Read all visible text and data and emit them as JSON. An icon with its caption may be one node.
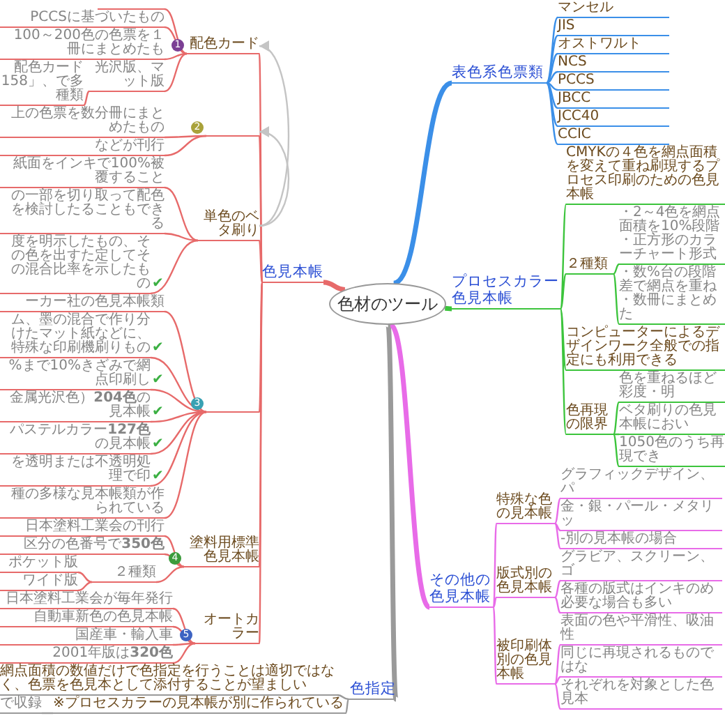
{
  "diagram": {
    "nodes": [
      {
        "text": [
          "色材のツール"
        ]
      },
      {
        "text": [
          "色見本帳"
        ]
      },
      {
        "text": [
          "配色カード"
        ],
        "beside": [
          "1"
        ]
      },
      {
        "text": [],
        "shape": "bar"
      },
      {
        "text": [
          "PCCSに基づいたもの"
        ]
      },
      {
        "text": [
          "100～200色の色票を１冊にまとめたも"
        ]
      },
      {
        "text": [
          "光沢版、マット版"
        ]
      },
      {
        "text": [
          "配色カード158」、で多種類"
        ]
      },
      {
        "text": [],
        "shape": "bar",
        "beside": [
          "2"
        ]
      },
      {
        "text": [
          "上の色票を数分冊にまとめたもの"
        ]
      },
      {
        "text": [
          "などが刊行"
        ]
      },
      {
        "text": [
          "単色のベタ刷り"
        ]
      },
      {
        "text": [
          "紙面をインキで100%被覆すること"
        ]
      },
      {
        "text": [
          "の一部を切り取って配色を検討したることもできる"
        ]
      },
      {
        "text": [
          "度を明示したもの、その色を出すた定してその混合比率を示したもの"
        ],
        "beside": [
          "✔"
        ]
      },
      {
        "text": [],
        "shape": "bar",
        "beside": [
          "3"
        ]
      },
      {
        "text": [
          "ーカー社の色見本帳類"
        ]
      },
      {
        "text": [
          "ム、墨の混合で作り分けたマット紙などに、特殊な印刷機刷りもの"
        ],
        "beside": [
          "✔"
        ]
      },
      {
        "text": [
          "%まで10%きざみで網点印刷し"
        ],
        "beside": [
          "✔"
        ]
      },
      {
        "text": [
          "金属光沢色）**204色**の見本帳"
        ],
        "beside": [
          "✔"
        ]
      },
      {
        "text": [
          "パステルカラー**127色**の見本帳"
        ],
        "beside": [
          "✔"
        ]
      },
      {
        "text": [
          "を透明または不透明処理で印"
        ],
        "beside": [
          "✔"
        ]
      },
      {
        "text": [
          "種の多様な見本帳類が作られている"
        ]
      },
      {
        "text": [
          "塗料用標準色見本帳"
        ],
        "beside": [
          "4"
        ]
      },
      {
        "text": [
          "日本塗料工業会の刊行"
        ]
      },
      {
        "text": [
          "区分の色番号で**350色**"
        ]
      },
      {
        "text": [
          "２種類"
        ]
      },
      {
        "text": [
          "ポケット版"
        ]
      },
      {
        "text": [
          "ワイド版"
        ]
      },
      {
        "text": [
          "オートカラー"
        ],
        "beside": [
          "5"
        ]
      },
      {
        "text": [
          "日本塗料工業会が毎年発行"
        ]
      },
      {
        "text": [
          "自動車新色の色見本帳"
        ]
      },
      {
        "text": [
          "国産車・輸入車"
        ]
      },
      {
        "text": [
          "2001年版は**320色**"
        ]
      },
      {
        "text": [
          "色指定"
        ]
      },
      {
        "text": [
          "網点面積の数値だけで色指定を行うことは適切ではなく、色票を色見本として添付することが望ましい"
        ]
      },
      {
        "text": [
          "※プロセスカラーの見本帳が別に作られている"
        ]
      },
      {
        "text": [
          "で収録"
        ]
      },
      {
        "text": [
          "表色系色票類"
        ]
      },
      {
        "text": [
          "マンセル"
        ]
      },
      {
        "text": [
          "JIS"
        ]
      },
      {
        "text": [
          "オストワルト"
        ]
      },
      {
        "text": [
          "NCS"
        ]
      },
      {
        "text": [
          "PCCS"
        ]
      },
      {
        "text": [
          "JBCC"
        ]
      },
      {
        "text": [
          "JCC40"
        ]
      },
      {
        "text": [
          "CCIC"
        ]
      },
      {
        "text": [
          "プロセスカラー色見本帳"
        ]
      },
      {
        "text": [
          "CMYKの４色を網点面積を変えて重ね刷現するプロセス印刷のための色見本帳"
        ]
      },
      {
        "text": [
          "２種類"
        ]
      },
      {
        "text": [
          "・2～4色を網点面積を10%段階",
          "・正方形のカラーチャート形式"
        ]
      },
      {
        "text": [
          "・数%台の段階差で網点を重ね",
          "・数冊にまとめた"
        ]
      },
      {
        "text": [
          "コンピューターによるデザインワーク全般での指定にも利用できる"
        ]
      },
      {
        "text": [
          "色再現の限界"
        ]
      },
      {
        "text": [
          "色を重ねるほど彩度・明"
        ]
      },
      {
        "text": [
          "ベタ刷りの色見本帳におい"
        ]
      },
      {
        "text": [
          "1050色のうち再現でき"
        ]
      },
      {
        "text": [
          "その他の色見本帳"
        ]
      },
      {
        "text": [
          "特殊な色の見本帳"
        ]
      },
      {
        "text": [
          "グラフィックデザイン、パ"
        ]
      },
      {
        "text": [
          "金・銀・パール・メタリッ"
        ]
      },
      {
        "text": [
          "-別の見本帳の場合"
        ]
      },
      {
        "text": [
          "版式別の色見本帳"
        ]
      },
      {
        "text": [
          "グラビア、スクリーン、ゴ"
        ]
      },
      {
        "text": [
          "各種の版式はインキのめ必要な場合も多い"
        ]
      },
      {
        "text": [
          "被印刷体別の色見本帳"
        ]
      },
      {
        "text": [
          "表面の色や平滑性、吸油性"
        ]
      },
      {
        "text": [
          "同じに再現されるものではな"
        ]
      },
      {
        "text": [
          "それぞれを対象とした色見本"
        ]
      }
    ],
    "edges": [
      {
        "from": 0,
        "to": 1,
        "arrow": "none",
        "style": "thick"
      },
      {
        "from": 1,
        "to": 2,
        "arrow": "none"
      },
      {
        "from": 2,
        "to": 3,
        "arrow": "none"
      },
      {
        "from": 2,
        "to": 4,
        "arrow": "none"
      },
      {
        "from": 2,
        "to": 5,
        "arrow": "none"
      },
      {
        "from": 2,
        "to": 6,
        "arrow": "none"
      },
      {
        "from": 6,
        "to": 7,
        "arrow": "none"
      },
      {
        "from": 1,
        "to": 8,
        "arrow": "none"
      },
      {
        "from": 8,
        "to": 9,
        "arrow": "none"
      },
      {
        "from": 8,
        "to": 10,
        "arrow": "none"
      },
      {
        "from": 1,
        "to": 11,
        "arrow": "none"
      },
      {
        "from": 11,
        "to": 12,
        "arrow": "none"
      },
      {
        "from": 11,
        "to": 13,
        "arrow": "none"
      },
      {
        "from": 11,
        "to": 14,
        "arrow": "none"
      },
      {
        "from": 1,
        "to": 15,
        "arrow": "none"
      },
      {
        "from": 15,
        "to": 16,
        "arrow": "none"
      },
      {
        "from": 15,
        "to": 17,
        "arrow": "none"
      },
      {
        "from": 15,
        "to": 18,
        "arrow": "none"
      },
      {
        "from": 15,
        "to": 19,
        "arrow": "none"
      },
      {
        "from": 15,
        "to": 20,
        "arrow": "none"
      },
      {
        "from": 15,
        "to": 21,
        "arrow": "none"
      },
      {
        "from": 15,
        "to": 22,
        "arrow": "none"
      },
      {
        "from": 1,
        "to": 23,
        "arrow": "none"
      },
      {
        "from": 23,
        "to": 24,
        "arrow": "none"
      },
      {
        "from": 23,
        "to": 25,
        "arrow": "none"
      },
      {
        "from": 23,
        "to": 26,
        "arrow": "none"
      },
      {
        "from": 26,
        "to": 27,
        "arrow": "none"
      },
      {
        "from": 26,
        "to": 28,
        "arrow": "none"
      },
      {
        "from": 1,
        "to": 29,
        "arrow": "none"
      },
      {
        "from": 29,
        "to": 30,
        "arrow": "none"
      },
      {
        "from": 29,
        "to": 31,
        "arrow": "none"
      },
      {
        "from": 29,
        "to": 32,
        "arrow": "none"
      },
      {
        "from": 29,
        "to": 33,
        "arrow": "none"
      },
      {
        "from": 0,
        "to": 34,
        "arrow": "none",
        "style": "thick",
        "color": "#9a9a9a"
      },
      {
        "from": 34,
        "to": 35,
        "arrow": "none",
        "color": "#9a9a9a"
      },
      {
        "from": 34,
        "to": 36,
        "arrow": "none",
        "color": "#9a9a9a"
      },
      {
        "from": 36,
        "to": 37,
        "arrow": "none",
        "color": "#9a9a9a"
      },
      {
        "from": 0,
        "to": 38,
        "arrow": "none",
        "style": "thick",
        "color": "#3b8fe8"
      },
      {
        "from": 38,
        "to": 39,
        "arrow": "none",
        "color": "#3b8fe8"
      },
      {
        "from": 38,
        "to": 40,
        "arrow": "none",
        "color": "#3b8fe8"
      },
      {
        "from": 38,
        "to": 41,
        "arrow": "none",
        "color": "#3b8fe8"
      },
      {
        "from": 38,
        "to": 42,
        "arrow": "none",
        "color": "#3b8fe8"
      },
      {
        "from": 38,
        "to": 43,
        "arrow": "none",
        "color": "#3b8fe8"
      },
      {
        "from": 38,
        "to": 44,
        "arrow": "none",
        "color": "#3b8fe8"
      },
      {
        "from": 38,
        "to": 45,
        "arrow": "none",
        "color": "#3b8fe8"
      },
      {
        "from": 38,
        "to": 46,
        "arrow": "none",
        "color": "#3b8fe8"
      },
      {
        "from": 0,
        "to": 47,
        "arrow": "none",
        "style": "thick",
        "color": "#3cc43c"
      },
      {
        "from": 47,
        "to": 48,
        "arrow": "none",
        "color": "#3cc43c"
      },
      {
        "from": 47,
        "to": 49,
        "arrow": "none",
        "color": "#3cc43c"
      },
      {
        "from": 49,
        "to": 50,
        "arrow": "none",
        "color": "#3cc43c"
      },
      {
        "from": 49,
        "to": 51,
        "arrow": "none",
        "color": "#3cc43c"
      },
      {
        "from": 47,
        "to": 52,
        "arrow": "none",
        "color": "#3cc43c"
      },
      {
        "from": 47,
        "to": 53,
        "arrow": "none",
        "color": "#3cc43c"
      },
      {
        "from": 53,
        "to": 54,
        "arrow": "none",
        "color": "#3cc43c"
      },
      {
        "from": 53,
        "to": 55,
        "arrow": "none",
        "color": "#3cc43c"
      },
      {
        "from": 53,
        "to": 56,
        "arrow": "none",
        "color": "#3cc43c"
      },
      {
        "from": 0,
        "to": 57,
        "arrow": "none",
        "style": "thick",
        "color": "#e86be8"
      },
      {
        "from": 57,
        "to": 58,
        "arrow": "none",
        "color": "#e86be8"
      },
      {
        "from": 58,
        "to": 59,
        "arrow": "none",
        "color": "#e86be8"
      },
      {
        "from": 58,
        "to": 60,
        "arrow": "none",
        "color": "#e86be8"
      },
      {
        "from": 58,
        "to": 61,
        "arrow": "none",
        "color": "#e86be8"
      },
      {
        "from": 57,
        "to": 62,
        "arrow": "none",
        "color": "#e86be8"
      },
      {
        "from": 62,
        "to": 63,
        "arrow": "none",
        "color": "#e86be8"
      },
      {
        "from": 62,
        "to": 64,
        "arrow": "none",
        "color": "#e86be8"
      },
      {
        "from": 57,
        "to": 65,
        "arrow": "none",
        "color": "#e86be8"
      },
      {
        "from": 65,
        "to": 66,
        "arrow": "none",
        "color": "#e86be8"
      },
      {
        "from": 65,
        "to": 67,
        "arrow": "none",
        "color": "#e86be8"
      },
      {
        "from": 65,
        "to": 68,
        "arrow": "none",
        "color": "#e86be8"
      },
      {
        "from": 11,
        "to": 2,
        "arrow": "to",
        "color": "#c4c4c4"
      },
      {
        "from": 11,
        "to": 8,
        "arrow": "to",
        "color": "#c4c4c4"
      }
    ]
  }
}
